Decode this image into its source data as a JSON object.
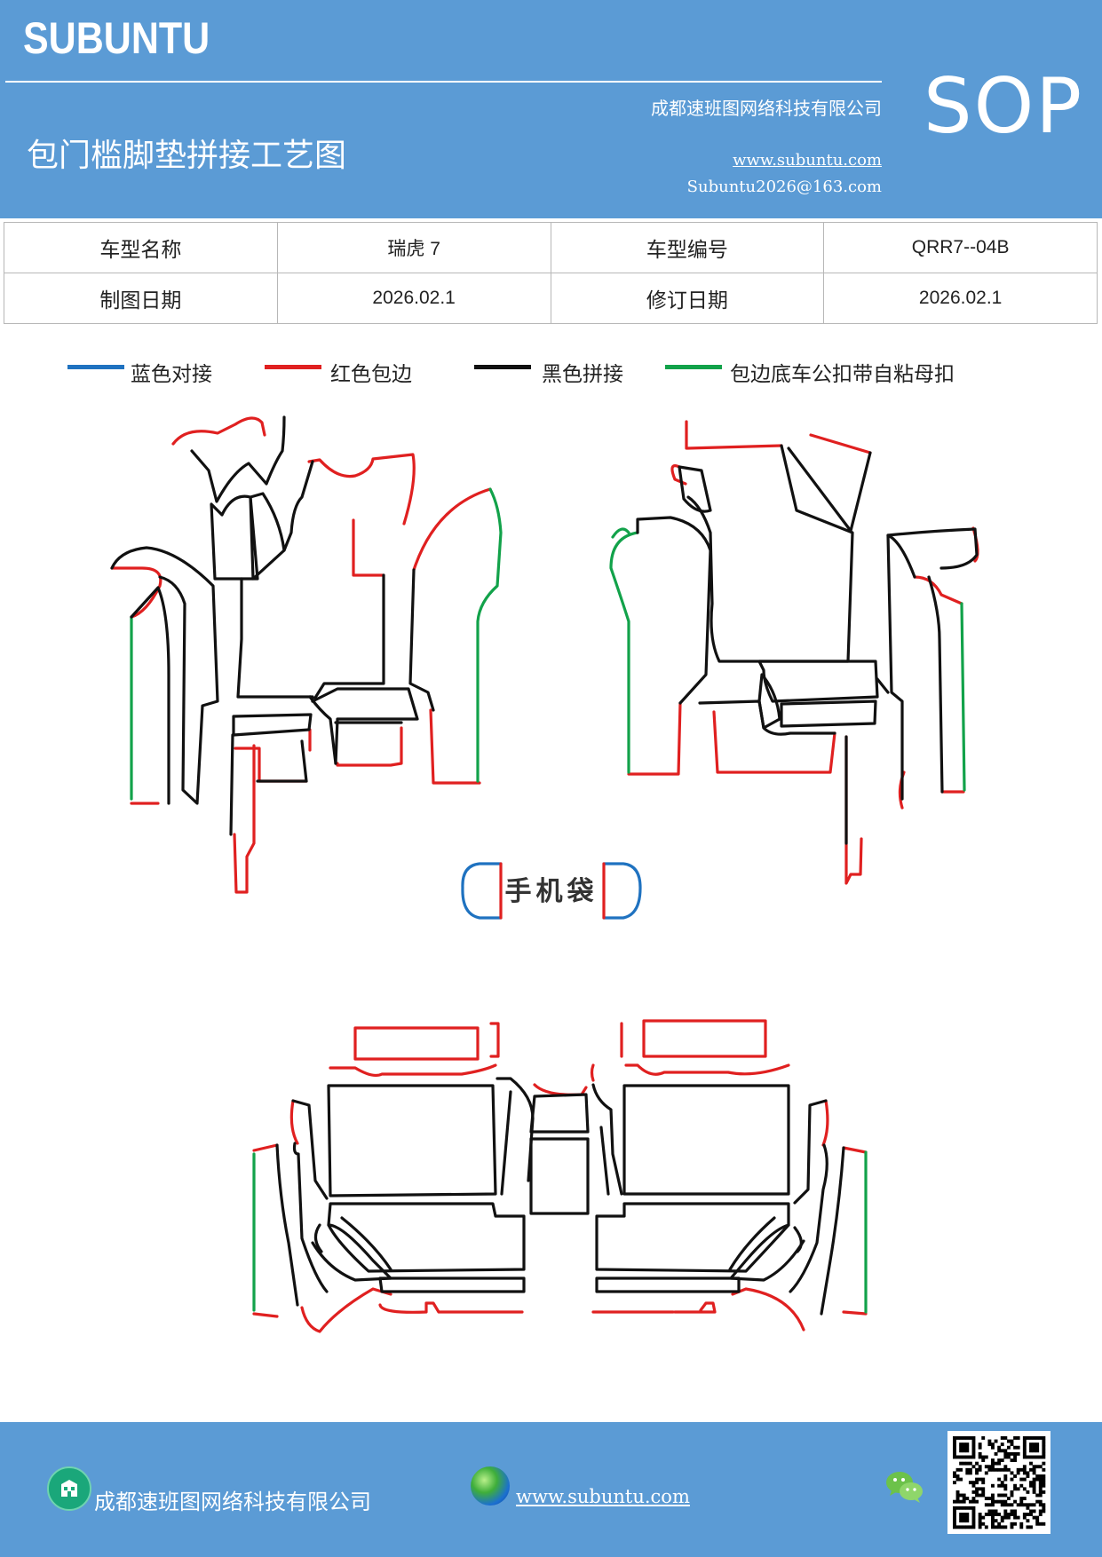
{
  "header": {
    "brand": "SUBUNTU",
    "title": "包门槛脚垫拼接工艺图",
    "company": "成都速班图网络科技有限公司",
    "website": "www.subuntu.com",
    "email": "Subuntu2026@163.com",
    "badge": "SOP"
  },
  "info": {
    "model_name_label": "车型名称",
    "model_name": "瑞虎 7",
    "model_code_label": "车型编号",
    "model_code": "QRR7--04B",
    "draw_date_label": "制图日期",
    "draw_date": "2026.02.1",
    "revise_date_label": "修订日期",
    "revise_date": "2026.02.1"
  },
  "legend": [
    {
      "label": "蓝色对接",
      "color": "#1f72c0"
    },
    {
      "label": "红色包边",
      "color": "#e02020"
    },
    {
      "label": "黑色拼接",
      "color": "#111111"
    },
    {
      "label": "包边底车公扣带自粘母扣",
      "color": "#12a24a"
    }
  ],
  "drawing": {
    "phone_pocket_label": "手机袋"
  },
  "footer": {
    "company": "成都速班图网络科技有限公司",
    "website": "www.subuntu.com"
  },
  "icons": [
    "building-icon",
    "globe-icon",
    "wechat-icon",
    "qr-code"
  ]
}
